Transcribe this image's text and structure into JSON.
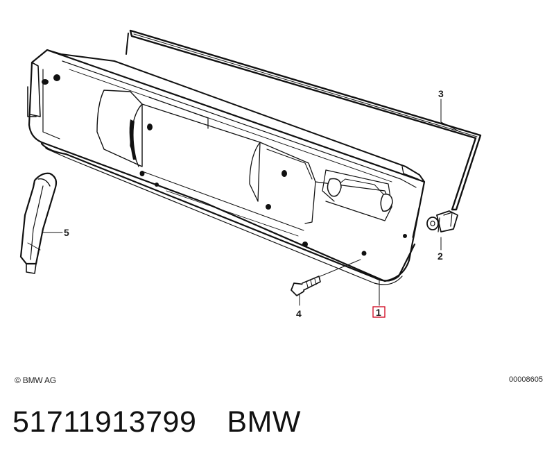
{
  "diagram": {
    "callouts": [
      {
        "id": "1",
        "label": "1",
        "highlighted": true
      },
      {
        "id": "2",
        "label": "2",
        "highlighted": false
      },
      {
        "id": "3",
        "label": "3",
        "highlighted": false
      },
      {
        "id": "4",
        "label": "4",
        "highlighted": false
      },
      {
        "id": "5",
        "label": "5",
        "highlighted": false
      }
    ],
    "highlight_color": "#d0021b"
  },
  "footer": {
    "copyright": "© BMW AG",
    "diagram_number": "00008605"
  },
  "part": {
    "number": "51711913799",
    "brand": "BMW"
  }
}
